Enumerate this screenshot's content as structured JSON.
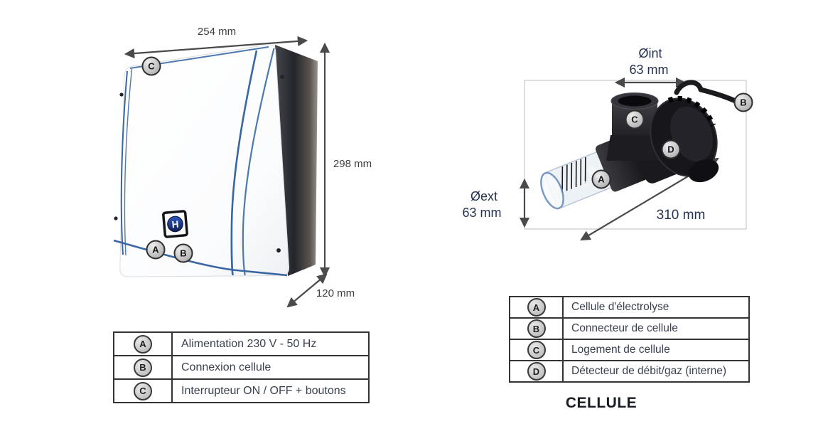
{
  "left_figure": {
    "width_label": "254 mm",
    "height_label": "298 mm",
    "depth_label": "120 mm",
    "badge_a": "A",
    "badge_b": "B",
    "badge_c": "C",
    "logo_letter": "H"
  },
  "left_table": {
    "rows": [
      {
        "badge": "A",
        "label": "Alimentation 230 V - 50 Hz"
      },
      {
        "badge": "B",
        "label": "Connexion cellule"
      },
      {
        "badge": "C",
        "label": "Interrupteur ON / OFF + boutons"
      }
    ]
  },
  "right_figure": {
    "inner_diameter_label": "Øint",
    "inner_diameter_value": "63 mm",
    "outer_diameter_label": "Øext",
    "outer_diameter_value": "63 mm",
    "length_label": "310 mm",
    "badge_a": "A",
    "badge_b": "B",
    "badge_c": "C",
    "badge_d": "D"
  },
  "right_table": {
    "rows": [
      {
        "badge": "A",
        "label": "Cellule d'électrolyse"
      },
      {
        "badge": "B",
        "label": "Connecteur de cellule"
      },
      {
        "badge": "C",
        "label": "Logement de cellule"
      },
      {
        "badge": "D",
        "label": "Détecteur de débit/gaz (interne)"
      }
    ]
  },
  "right_caption": "CELLULE",
  "colors": {
    "dimension_text_left": "#3d3d3d",
    "dimension_text_right": "#26334d",
    "arrow": "#4a4a4a",
    "table_text": "#3a4150",
    "accent_blue": "#4472ad",
    "logo_blue": "#1c3f9a"
  }
}
